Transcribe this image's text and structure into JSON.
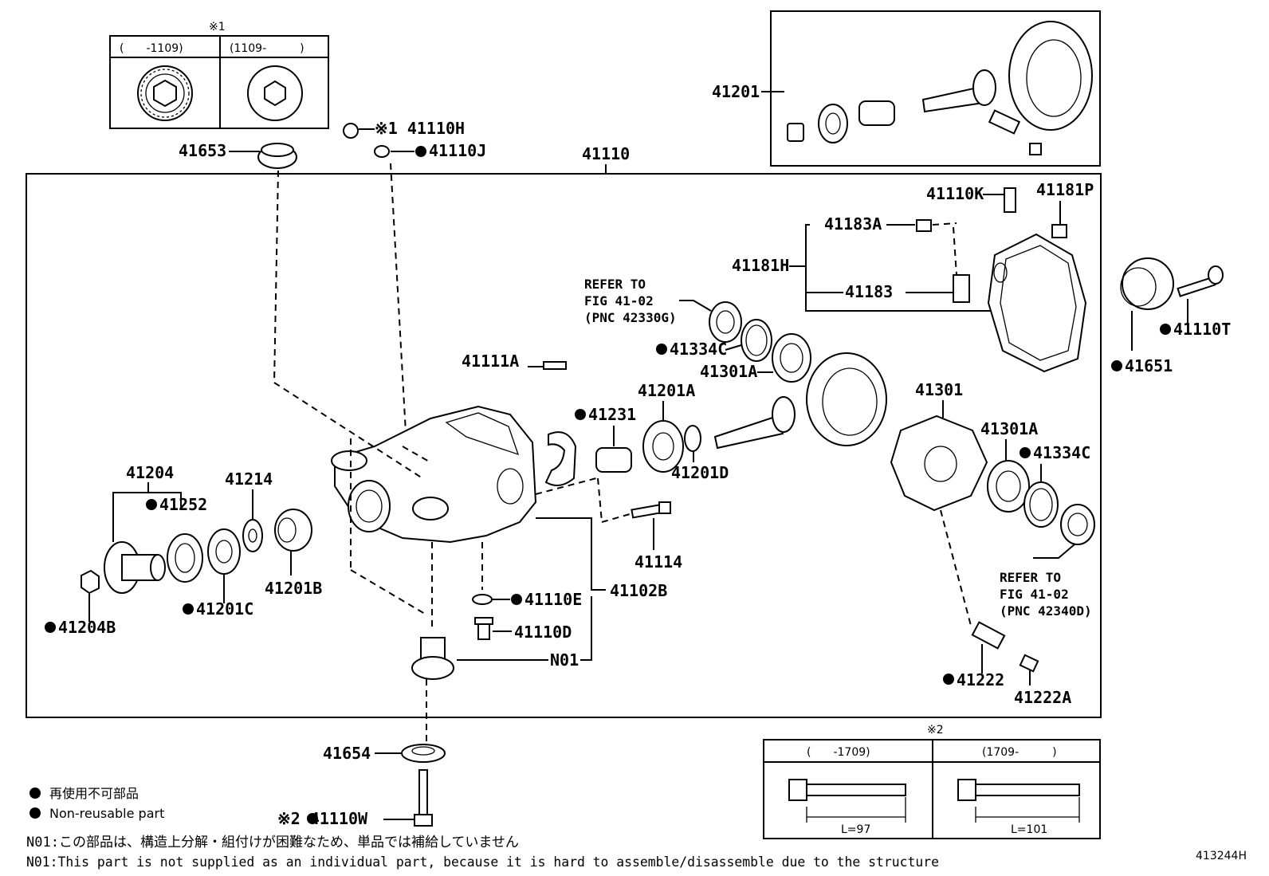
{
  "diagram_id": "413244H",
  "inset_1": {
    "mark": "※1",
    "col_left": "(　　-1109)",
    "col_right": "(1109-　　　)"
  },
  "inset_2": {
    "mark": "※2",
    "col_left": "(　　-1709)",
    "col_right": "(1709-　　　)",
    "len_left": "L=97",
    "len_right": "L=101"
  },
  "labels": {
    "p41201": "41201",
    "p41110": "41110",
    "p41110H": "※1 41110H",
    "p41110J": "41110J",
    "p41653": "41653",
    "p41110K": "41110K",
    "p41181P": "41181P",
    "p41183A": "41183A",
    "p41181H": "41181H",
    "p41183": "41183",
    "p41110T": "41110T",
    "p41651": "41651",
    "p41334C_top": "41334C",
    "p41301A_top": "41301A",
    "p41111A": "41111A",
    "p41201A": "41201A",
    "p41231": "41231",
    "p41301": "41301",
    "p41301A_right": "41301A",
    "p41334C_right": "41334C",
    "p41201D": "41201D",
    "p41204": "41204",
    "p41252": "41252",
    "p41214": "41214",
    "p41201B": "41201B",
    "p41201C": "41201C",
    "p41204B": "41204B",
    "p41114": "41114",
    "p41110E": "41110E",
    "p41102B": "41102B",
    "p41110D": "41110D",
    "pN01": "N01",
    "p41222": "41222",
    "p41222A": "41222A",
    "p41654": "41654",
    "p41110W": "※2 41110W"
  },
  "refer_top": {
    "line1": "REFER TO",
    "line2": "FIG 41-02",
    "line3": "(PNC 42330G)"
  },
  "refer_right": {
    "line1": "REFER TO",
    "line2": "FIG 41-02",
    "line3": "(PNC 42340D)"
  },
  "legend": {
    "jp": "再使用不可部品",
    "en": "Non-reusable part"
  },
  "notes": {
    "jp": "N01:この部品は、構造上分解・組付けが困難なため、単品では補給していません",
    "en": "N01:This part is not supplied as an individual part, because it is hard to assemble/disassemble due to the structure"
  }
}
